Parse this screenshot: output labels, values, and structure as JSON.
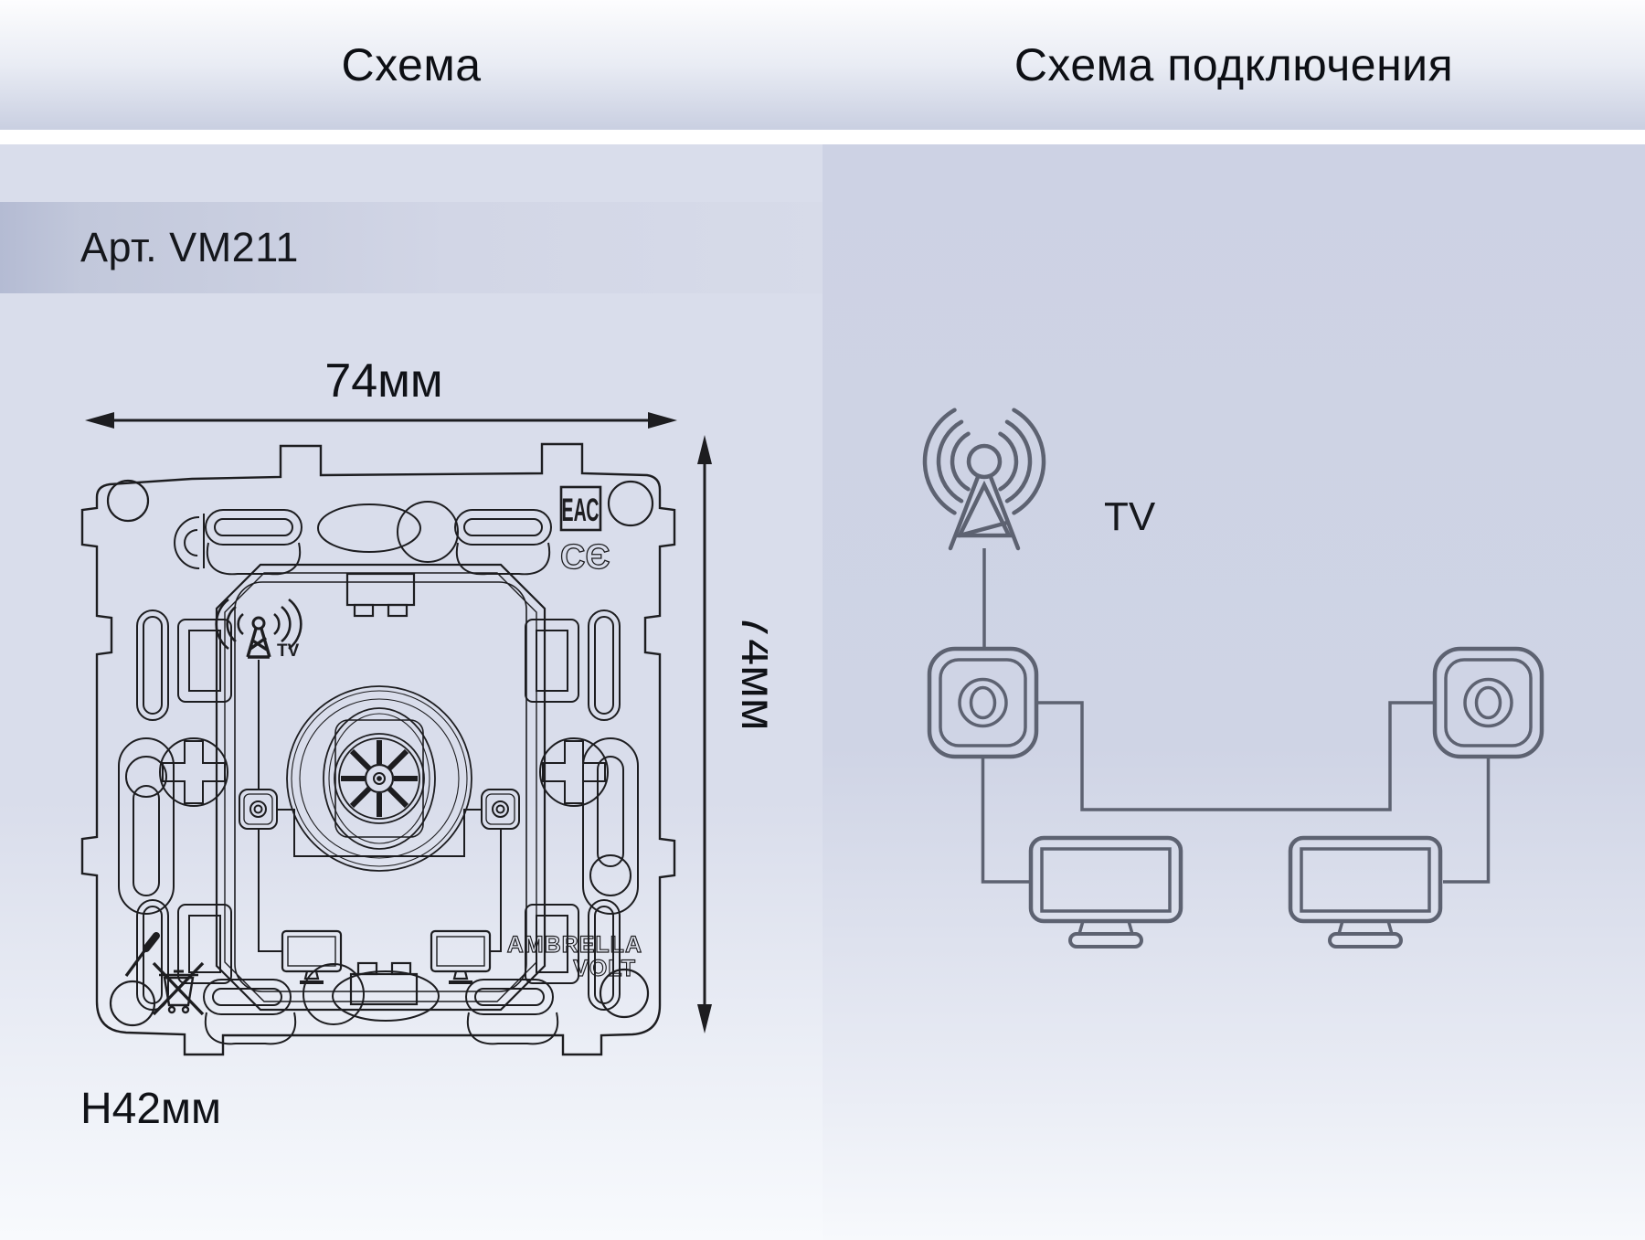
{
  "header": {
    "left_title": "Схема",
    "right_title": "Схема подключения"
  },
  "left_panel": {
    "article": "Арт. VM211",
    "width_label": "74мм",
    "height_label": "74мм",
    "depth_label": "H42мм",
    "marks": {
      "eac": "ЕАС",
      "ce": "СЄ",
      "brand_line1": "AMBRELLA",
      "brand_line2": "VOLT",
      "tv": "TV"
    }
  },
  "right_panel": {
    "tv_label": "TV"
  },
  "colors": {
    "header_gradient_bottom": "#c9cfe1",
    "left_panel_bg": "#d9ddeb",
    "right_panel_bg": "#cdd2e4",
    "article_bar_left": "#b4bbd3",
    "drawing_line": "#1d1d20",
    "diagram_line": "#5d6271"
  }
}
